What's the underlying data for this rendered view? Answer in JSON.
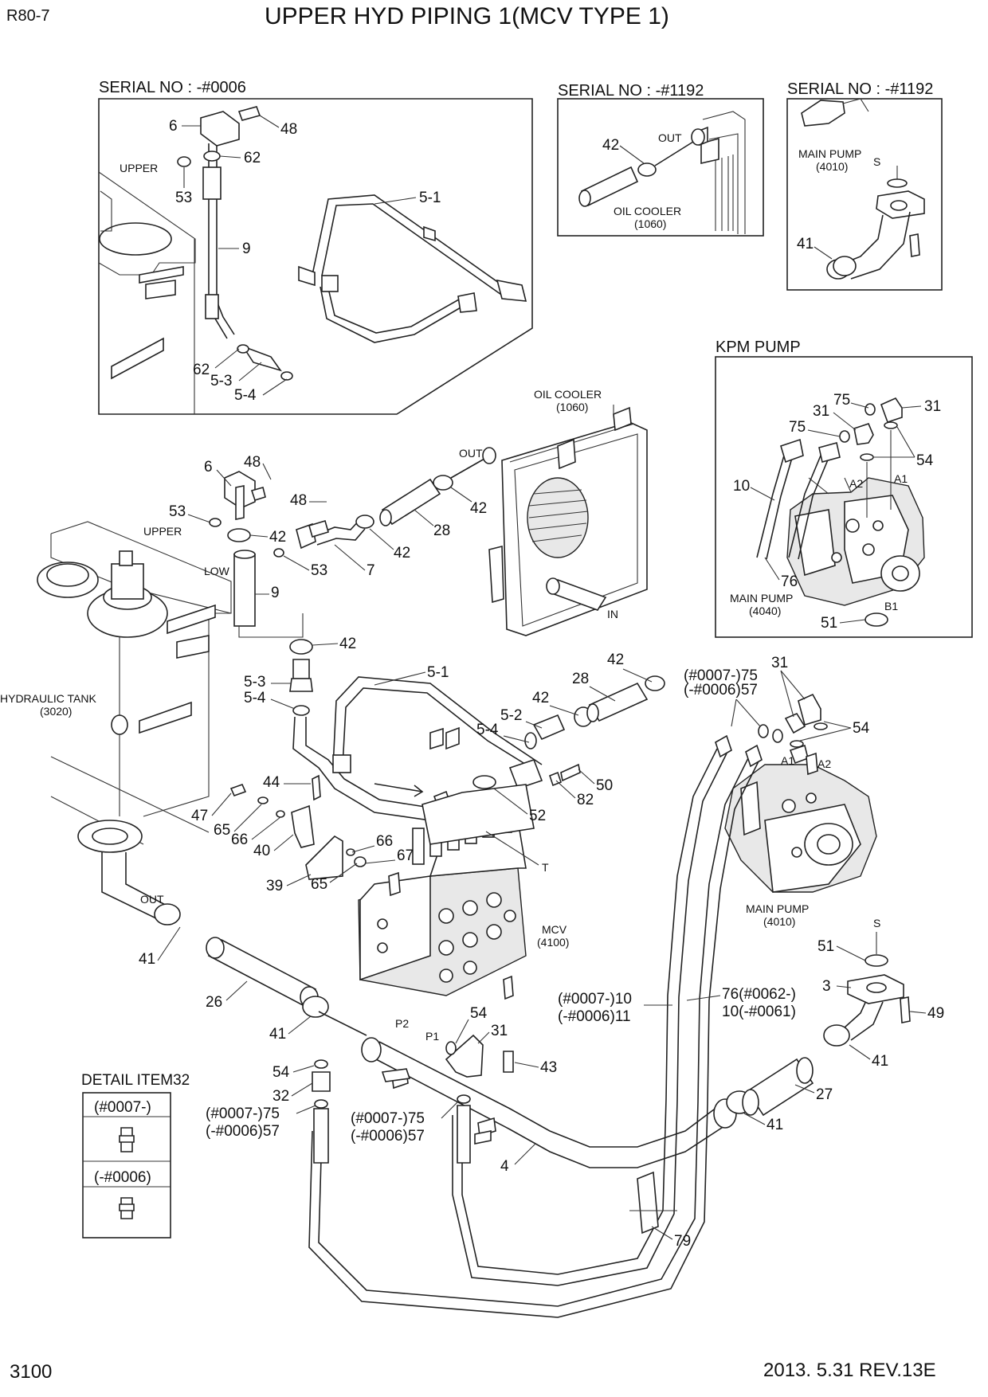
{
  "header": {
    "model": "R80-7",
    "title": "UPPER HYD PIPING 1(MCV TYPE 1)"
  },
  "footer": {
    "page": "3100",
    "revision": "2013. 5.31  REV.13E"
  },
  "insets": {
    "serial_left": "SERIAL NO : -#0006",
    "serial_mid": "SERIAL NO : -#1192",
    "serial_right": "SERIAL NO : -#1192",
    "kpm_pump": "KPM PUMP",
    "detail_title": "DETAIL ITEM32",
    "detail_a": "(#0007-)",
    "detail_b": "(-#0006)"
  },
  "components": {
    "oil_cooler_mid": "OIL COOLER",
    "oil_cooler_mid_no": "(1060)",
    "oil_cooler": "OIL COOLER",
    "oil_cooler_no": "(1060)",
    "main_pump_right": "MAIN PUMP",
    "main_pump_right_no": "(4010)",
    "main_pump_kpm": "MAIN PUMP",
    "main_pump_kpm_no": "(4040)",
    "main_pump": "MAIN PUMP",
    "main_pump_no": "(4010)",
    "hydraulic_tank": "HYDRAULIC TANK",
    "hydraulic_tank_no": "(3020)",
    "mcv": "MCV",
    "mcv_no": "(4100)"
  },
  "tags": {
    "upper_inset": "UPPER",
    "upper": "UPPER",
    "low": "LOW",
    "out_mid": "OUT",
    "out_cooler": "OUT",
    "in_cooler": "IN",
    "out_tank": "OUT",
    "s_right": "S",
    "s_main": "S",
    "t_mcv": "T",
    "p1": "P1",
    "p2": "P2",
    "a1_kpm": "A1",
    "a2_kpm": "A2",
    "b1_kpm": "B1",
    "a1_main": "A1",
    "a2_main": "A2"
  },
  "callouts": {
    "c6a": "6",
    "c48a": "48",
    "c62a": "62",
    "c53a": "53",
    "c9a": "9",
    "c51a": "5-1",
    "c62b": "62",
    "c53b": "5-3",
    "c54b": "5-4",
    "c42m": "42",
    "c41r": "41",
    "c75k": "75",
    "c31k": "31",
    "c31k2": "31",
    "c75k2": "75",
    "c54k": "54",
    "c10k": "10",
    "c76k": "76",
    "c51k": "51",
    "c6": "6",
    "c48": "48",
    "c48b": "48",
    "c53": "53",
    "c42a": "42",
    "c42b": "42",
    "c42c": "42",
    "c28": "28",
    "c53c": "53",
    "c7": "7",
    "c9": "9",
    "c42d": "42",
    "c53d": "5-3",
    "c54d": "5-4",
    "c51b": "5-1",
    "c42e": "42",
    "c28b": "28",
    "c42f": "42",
    "c52": "5-2",
    "c54e": "5-4",
    "c7557": "(#0007-)75",
    "c57a": "(-#0006)57",
    "c31": "31",
    "c54f": "54",
    "c44": "44",
    "c47": "47",
    "c65": "65",
    "c66": "66",
    "c40": "40",
    "c39": "39",
    "c65b": "65",
    "c66b": "66",
    "c67": "67",
    "c50": "50",
    "c82": "82",
    "c52b": "52",
    "c41": "41",
    "c26": "26",
    "c41b": "41",
    "c51c": "51",
    "c3": "3",
    "c49": "49",
    "c41c": "41",
    "c10": "(#0007-)10",
    "c11": "(-#0006)11",
    "c76": "76(#0062-)",
    "c10b": "10(-#0061)",
    "c54g": "54",
    "c31b": "31",
    "c43": "43",
    "c54h": "54",
    "c32": "32",
    "c75b": "(#0007-)75",
    "c57b": "(-#0006)57",
    "c75c": "(#0007-)75",
    "c57c": "(-#0006)57",
    "c4": "4",
    "c27": "27",
    "c41d": "41",
    "c79": "79"
  }
}
